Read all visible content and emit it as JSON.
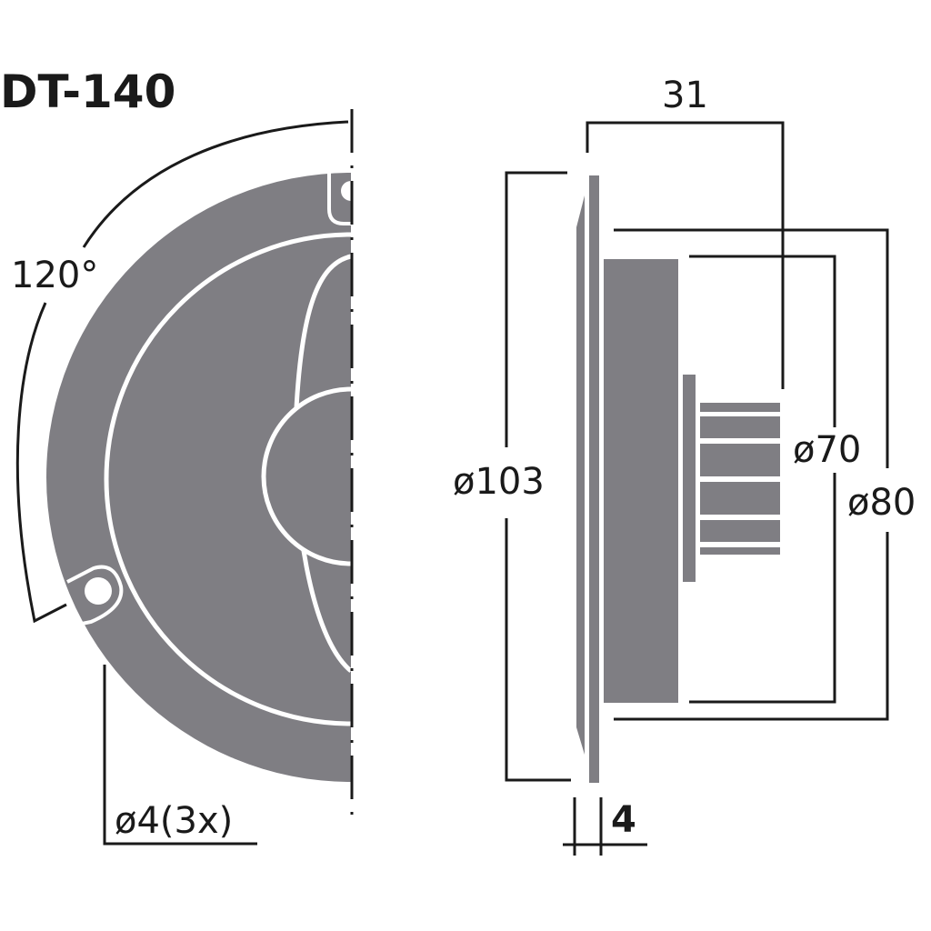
{
  "diagram": {
    "title": "DT-140",
    "colors": {
      "body": "#7f7e83",
      "line": "#1a1a1a",
      "background": "#ffffff"
    },
    "front_view": {
      "angle_label": "120°",
      "hole_label": "ø4(3x)"
    },
    "side_view": {
      "depth_label": "31",
      "flange_thickness_label": "4",
      "outer_diameter_label": "ø103",
      "magnet_diameter_label": "ø70",
      "mount_diameter_label": "ø80"
    }
  }
}
